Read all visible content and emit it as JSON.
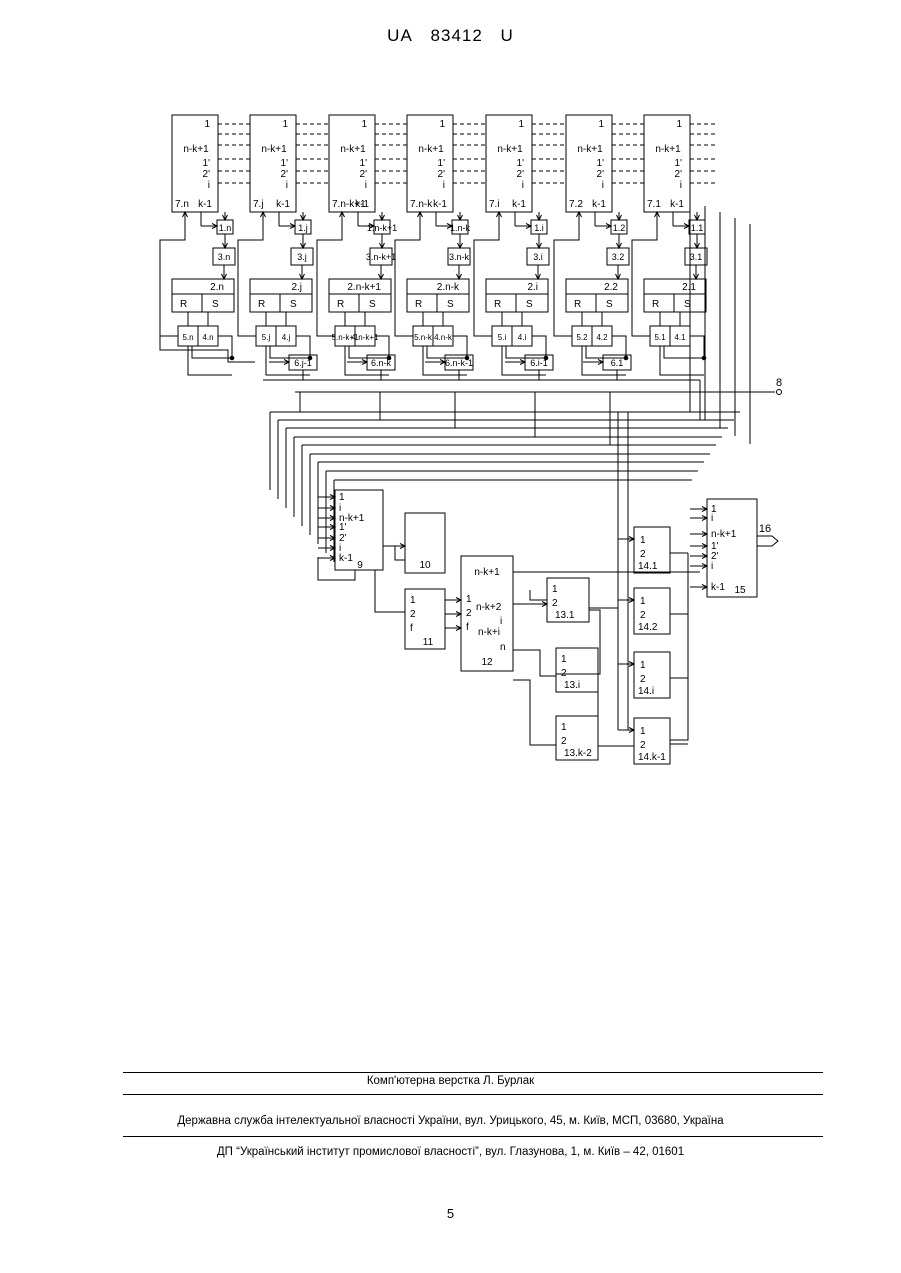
{
  "header": {
    "country": "UA",
    "number": "83412",
    "kind": "U"
  },
  "diagram": {
    "registers": [
      {
        "label": "7.n",
        "k": "k-1"
      },
      {
        "label": "7.j",
        "k": "k-1"
      },
      {
        "label": "7.n-k+1",
        "k": "k-1"
      },
      {
        "label": "7.n-k",
        "k": "k-1"
      },
      {
        "label": "7.i",
        "k": "k-1"
      },
      {
        "label": "7.2",
        "k": "k-1"
      },
      {
        "label": "7.1",
        "k": "k-1"
      }
    ],
    "register_inputs": [
      "1",
      "n-k+1",
      "1'",
      "2'",
      "i"
    ],
    "mid_blocks": [
      "1.n",
      "1.j",
      "1.n-k+1",
      "1.n-k",
      "1.i",
      "1.2",
      "1.1"
    ],
    "third_blocks": [
      "3.n",
      "3.j",
      "3.n-k+1",
      "3.n-k",
      "3.i",
      "3.2",
      "3.1"
    ],
    "triggers": [
      "2.n",
      "2.j",
      "2.n-k+1",
      "2.n-k",
      "2.i",
      "2.2",
      "2.1"
    ],
    "trigger_inputs": [
      "R",
      "S"
    ],
    "pairs": [
      [
        "5.n",
        "4.n"
      ],
      [
        "5.j",
        "4.j"
      ],
      [
        "5.n-k+1",
        "4.n-k+1"
      ],
      [
        "5.n-k",
        "4.n-k"
      ],
      [
        "5.i",
        "4.i"
      ],
      [
        "5.2",
        "4.2"
      ],
      [
        "5.1",
        "4.1"
      ]
    ],
    "six_blocks": [
      "6.j-1",
      "6.n-k",
      "6.n-k-1",
      "6.i-1",
      "6.1"
    ],
    "terminal_8": "8",
    "block9": {
      "label": "9",
      "inputs": [
        "1",
        "i",
        "n-k+1",
        "1'",
        "2'",
        "i",
        "k-1"
      ]
    },
    "block10": "10",
    "block11": {
      "label": "11",
      "inputs": [
        "1",
        "2",
        "f"
      ]
    },
    "block12": {
      "label": "12",
      "rows": [
        "n-k+1",
        "1",
        "n-k+2",
        "2",
        "i",
        "f",
        "n-k+i",
        "n"
      ]
    },
    "blocks13": [
      {
        "label": "13.1",
        "in": [
          "1",
          "2"
        ]
      },
      {
        "label": "13.i",
        "in": [
          "1",
          "2"
        ]
      },
      {
        "label": "13.k-2",
        "in": [
          "1",
          "2"
        ]
      }
    ],
    "blocks14": [
      {
        "label": "14.1",
        "in": [
          "1",
          "2"
        ]
      },
      {
        "label": "14.2",
        "in": [
          "1",
          "2"
        ]
      },
      {
        "label": "14.i",
        "in": [
          "1",
          "2"
        ]
      },
      {
        "label": "14.k-1",
        "in": [
          "1",
          "2"
        ]
      }
    ],
    "block15": {
      "label": "15",
      "inputs": [
        "1",
        "i",
        "n-k+1",
        "1'",
        "2'",
        "i",
        "k-1"
      ]
    },
    "output16": "16"
  },
  "footer": {
    "typesetting": "Комп'ютерна верстка Л. Бурлак",
    "agency": "Державна служба інтелектуальної власності України, вул. Урицького, 45, м. Київ, МСП, 03680, Україна",
    "institute": "ДП “Український інститут промислової власності”, вул. Глазунова, 1, м. Київ – 42, 01601",
    "page": "5"
  }
}
